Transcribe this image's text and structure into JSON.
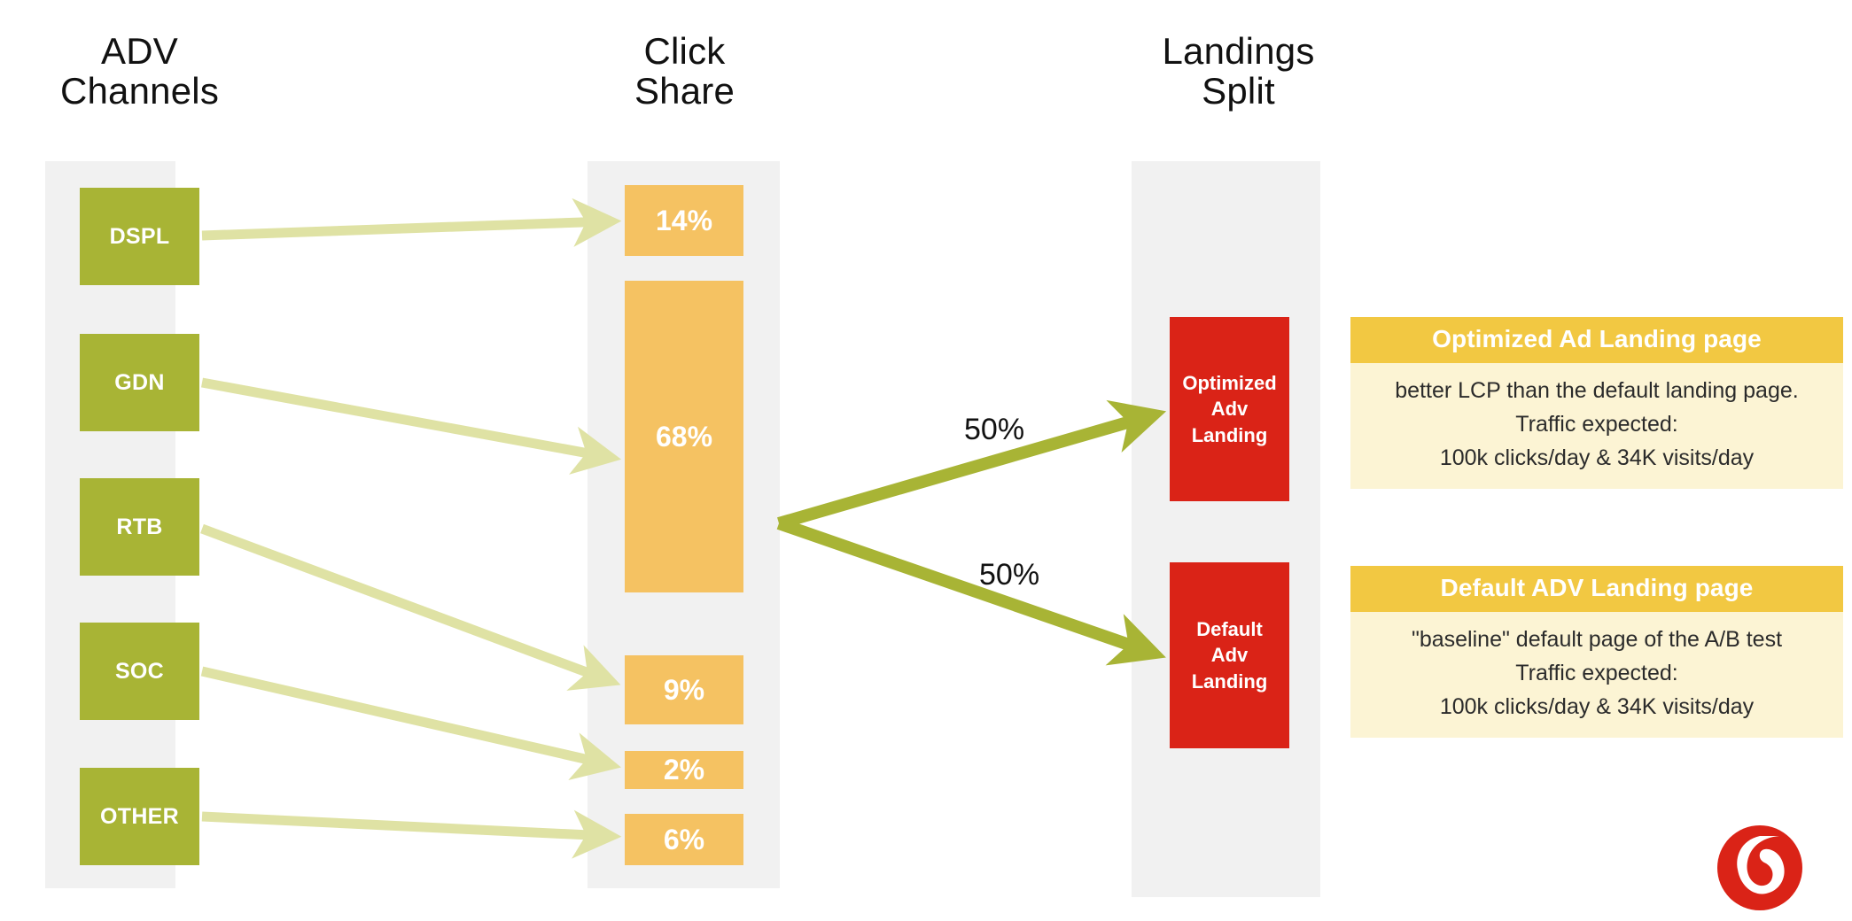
{
  "columns": [
    {
      "id": "adv-channels",
      "title": "ADV\nChannels"
    },
    {
      "id": "click-share",
      "title": "Click\nShare"
    },
    {
      "id": "landings-split",
      "title": "Landings\nSplit"
    }
  ],
  "adv_channels": {
    "items": [
      {
        "label": "DSPL"
      },
      {
        "label": "GDN"
      },
      {
        "label": "RTB"
      },
      {
        "label": "SOC"
      },
      {
        "label": "OTHER"
      }
    ]
  },
  "click_share": {
    "items": [
      {
        "label": "14%",
        "value": 14
      },
      {
        "label": "68%",
        "value": 68
      },
      {
        "label": "9%",
        "value": 9
      },
      {
        "label": "2%",
        "value": 2
      },
      {
        "label": "6%",
        "value": 6
      }
    ]
  },
  "landings": {
    "split_labels": [
      "50%",
      "50%"
    ],
    "boxes": [
      {
        "label": "Optimized\nAdv\nLanding"
      },
      {
        "label": "Default\nAdv\nLanding"
      }
    ]
  },
  "info_cards": [
    {
      "title": "Optimized Ad Landing page",
      "body": "better LCP than the default landing page.\nTraffic expected:\n100k clicks/day  & 34K visits/day"
    },
    {
      "title": "Default ADV Landing page",
      "body": "\"baseline\" default page of the A/B test\nTraffic expected:\n100k clicks/day  & 34K visits/day"
    }
  ],
  "logo": {
    "name": "vodafone-logo",
    "color": "#da2317"
  },
  "colors": {
    "band": "#f1f1f1",
    "channel": "#a8b435",
    "share": "#f5c262",
    "landing": "#da2317",
    "card_head": "#f2c842",
    "card_body": "#fcf4d4",
    "arrow_light": "#dfe2a4",
    "arrow_dark": "#a8b435"
  },
  "chart_data": {
    "type": "diagram",
    "title": "ADV Channels → Click Share → Landings Split",
    "stages": [
      {
        "name": "ADV Channels",
        "nodes": [
          "DSPL",
          "GDN",
          "RTB",
          "SOC",
          "OTHER"
        ]
      },
      {
        "name": "Click Share",
        "categories": [
          "14%",
          "68%",
          "9%",
          "2%",
          "6%"
        ],
        "values": [
          14,
          68,
          9,
          2,
          6
        ],
        "unit": "percent"
      },
      {
        "name": "Landings Split",
        "categories": [
          "Optimized Adv Landing",
          "Default Adv Landing"
        ],
        "values": [
          50,
          50
        ],
        "unit": "percent"
      }
    ],
    "links": [
      {
        "from": "DSPL",
        "to": "14%"
      },
      {
        "from": "GDN",
        "to": "68%"
      },
      {
        "from": "RTB",
        "to": "9%"
      },
      {
        "from": "SOC",
        "to": "2%"
      },
      {
        "from": "OTHER",
        "to": "6%"
      },
      {
        "from": "Click Share",
        "to": "Optimized Adv Landing",
        "label": "50%"
      },
      {
        "from": "Click Share",
        "to": "Default Adv Landing",
        "label": "50%"
      }
    ]
  }
}
